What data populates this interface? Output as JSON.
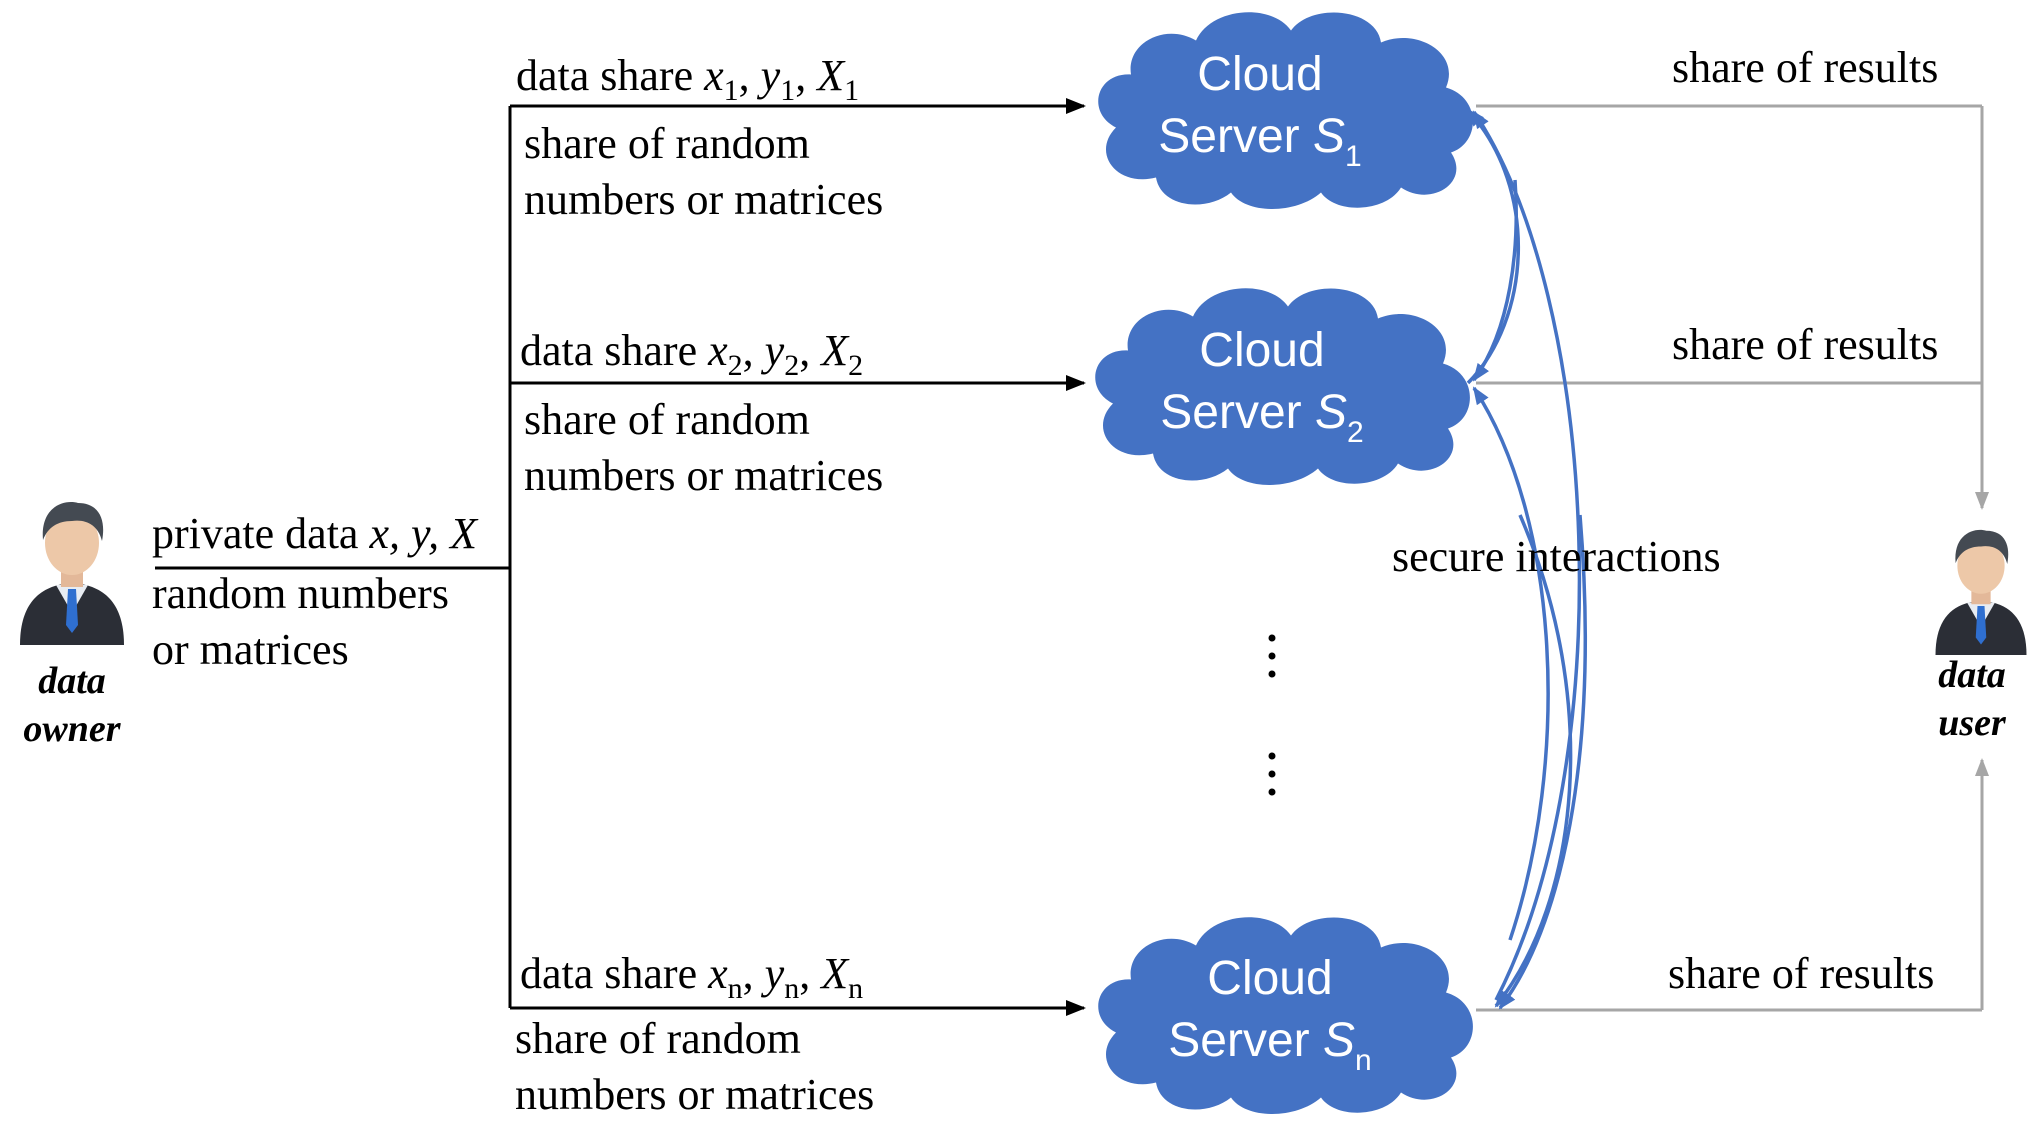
{
  "colors": {
    "cloud_fill": "#4472c4",
    "link_black": "#000000",
    "link_gray": "#a6a6a6",
    "interaction_blue": "#4472c4"
  },
  "owner": {
    "icon": "businessman-icon",
    "role_line1": "data",
    "role_line2": "owner",
    "private_prefix": "private data ",
    "private_vars": "x, y, X",
    "random_line1": "random numbers",
    "random_line2": "or matrices"
  },
  "user": {
    "icon": "businessman-icon",
    "role_line1": "data",
    "role_line2": "user"
  },
  "servers": [
    {
      "cloud_line1": "Cloud",
      "cloud_line2": "Server ",
      "server_symbol": "S",
      "server_sub": "1",
      "share_prefix": "data share ",
      "vars": [
        {
          "base": "x",
          "sub": "1",
          "sep": ", "
        },
        {
          "base": "y",
          "sub": "1",
          "sep": ", "
        },
        {
          "base": "X",
          "sub": "1",
          "sep": ""
        }
      ],
      "random_line1": "share of random",
      "random_line2": "numbers or matrices",
      "result_label": "share of results"
    },
    {
      "cloud_line1": "Cloud",
      "cloud_line2": "Server ",
      "server_symbol": "S",
      "server_sub": "2",
      "share_prefix": "data share ",
      "vars": [
        {
          "base": "x",
          "sub": "2",
          "sep": ", "
        },
        {
          "base": "y",
          "sub": "2",
          "sep": ", "
        },
        {
          "base": "X",
          "sub": "2",
          "sep": ""
        }
      ],
      "random_line1": "share of random",
      "random_line2": "numbers or matrices",
      "result_label": "share of results"
    },
    {
      "cloud_line1": "Cloud",
      "cloud_line2": "Server ",
      "server_symbol": "S",
      "server_sub": "n",
      "share_prefix": "data share ",
      "vars": [
        {
          "base": "x",
          "sub": "n",
          "sep": ", "
        },
        {
          "base": "y",
          "sub": "n",
          "sep": ", "
        },
        {
          "base": "X",
          "sub": "n",
          "sep": ""
        }
      ],
      "random_line1": "share of random",
      "random_line2": "numbers or matrices",
      "result_label": "share of results"
    }
  ],
  "interactions_label": "secure interactions",
  "ellipsis_icon": "vertical-ellipsis-icon"
}
